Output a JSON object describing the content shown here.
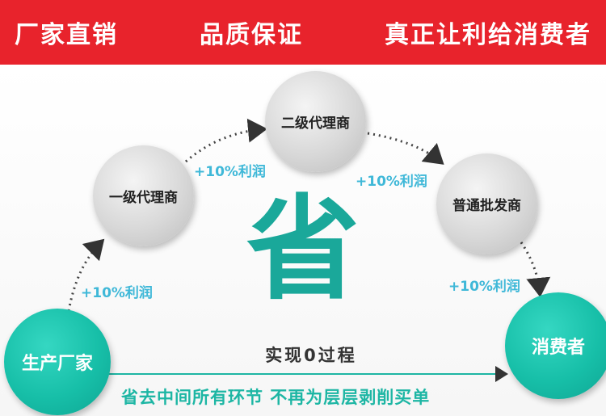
{
  "banner": {
    "part1": "厂家直销",
    "part2": "品质保证",
    "part3": "真正让利给消费者"
  },
  "nodes": {
    "manufacturer": "生产厂家",
    "first_agent": "一级代理商",
    "second_agent": "二级代理商",
    "wholesaler": "普通批发商",
    "consumer": "消费者"
  },
  "markups": {
    "m1": "+10%利润",
    "m2": "+10%利润",
    "m3": "+10%利润",
    "m4": "+10%利润"
  },
  "center": {
    "big_char": "省",
    "process": "实现0过程"
  },
  "bottom": {
    "slogan": "省去中间所有环节  不再为层层剥削买单"
  },
  "colors": {
    "banner": "#e8232c",
    "teal": "#1aa89a",
    "markup": "#3fb8d8"
  }
}
